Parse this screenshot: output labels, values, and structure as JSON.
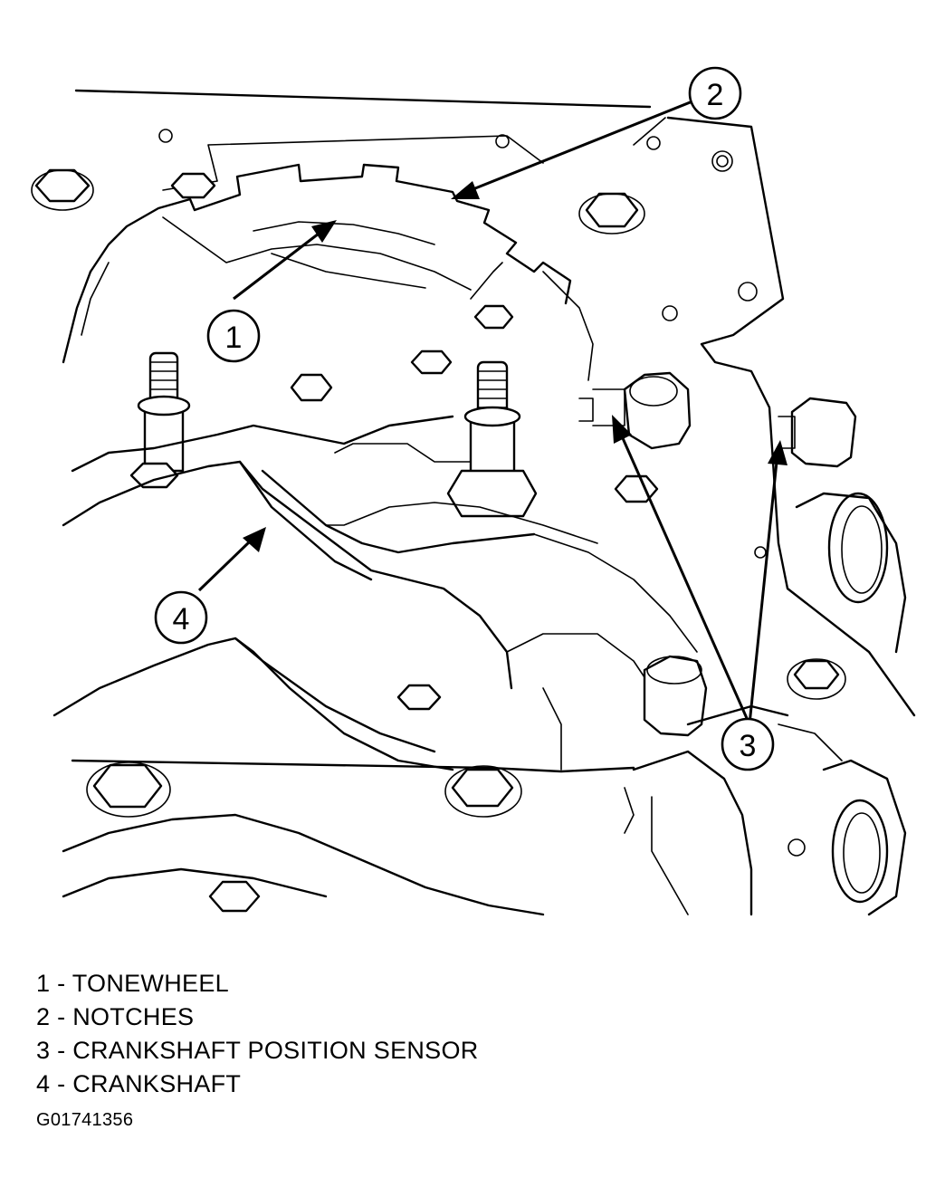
{
  "callouts": [
    {
      "number": "1",
      "label": "TONEWHEEL"
    },
    {
      "number": "2",
      "label": "NOTCHES"
    },
    {
      "number": "3",
      "label": "CRANKSHAFT POSITION SENSOR"
    },
    {
      "number": "4",
      "label": "CRANKSHAFT"
    }
  ],
  "legend": [
    "1 - TONEWHEEL",
    "2 - NOTCHES",
    "3 - CRANKSHAFT POSITION SENSOR",
    "4 - CRANKSHAFT"
  ],
  "figure_code": "G01741356",
  "colors": {
    "ink": "#000000",
    "paper": "#ffffff"
  }
}
